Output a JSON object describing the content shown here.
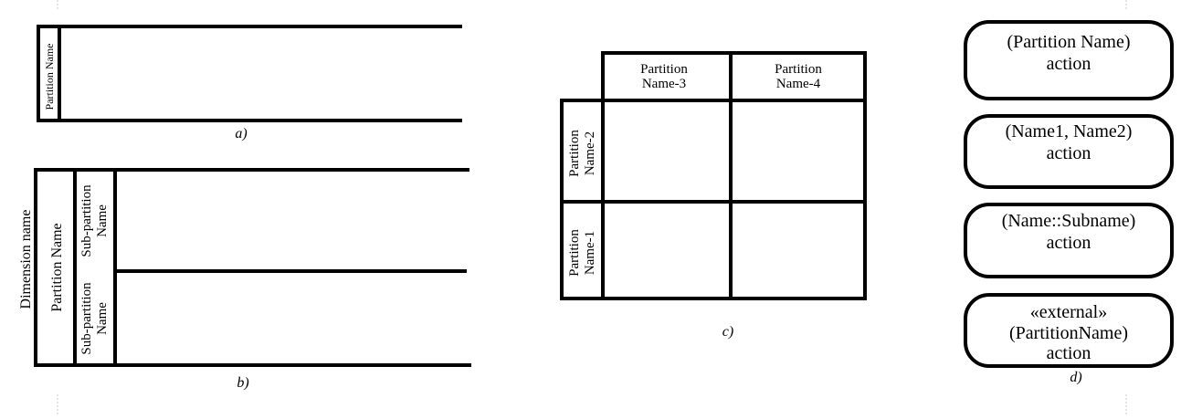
{
  "figure_a": {
    "partition_label": "Partition Name",
    "caption": "a)"
  },
  "figure_b": {
    "dimension_label": "Dimension name",
    "partition_label": "Partition Name",
    "subpartition_top_line1": "Sub-partition",
    "subpartition_top_line2": "Name",
    "subpartition_bottom_line1": "Sub-partition",
    "subpartition_bottom_line2": "Name",
    "caption": "b)"
  },
  "figure_c": {
    "col1_line1": "Partition",
    "col1_line2": "Name-3",
    "col2_line1": "Partition",
    "col2_line2": "Name-4",
    "row1_line1": "Partition",
    "row1_line2": "Name-2",
    "row2_line1": "Partition",
    "row2_line2": "Name-1",
    "caption": "c)"
  },
  "figure_d": {
    "box1_line1": "(Partition Name)",
    "box1_line2": "action",
    "box2_line1": "(Name1, Name2)",
    "box2_line2": "action",
    "box3_line1": "(Name::Subname)",
    "box3_line2": "action",
    "box4_line1": "«external»",
    "box4_line2": "(PartitionName)",
    "box4_line3": "action",
    "caption": "d)"
  }
}
